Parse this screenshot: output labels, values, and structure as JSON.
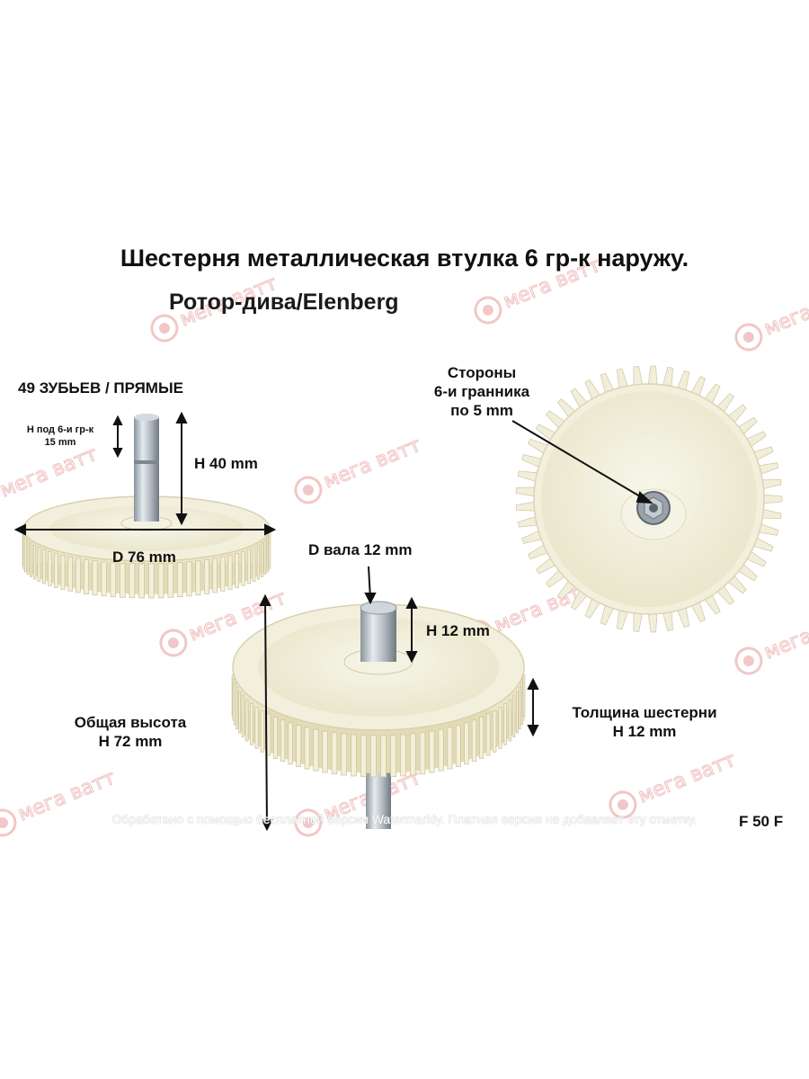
{
  "title": "Шестерня  металлическая втулка  6 гр-к наружу.",
  "subtitle": "Ротор-дива/Elenberg",
  "labels": {
    "teeth": "49 ЗУБЬЕВ   / ПРЯМЫЕ",
    "hex_height_line1": "Н под 6-и гр-к",
    "hex_height_line2": "15 mm",
    "height_40": "H   40 mm",
    "diameter": "D 76 mm",
    "sides_line1": "Стороны",
    "sides_line2": "6-и гранника",
    "sides_line3": "по 5 mm",
    "shaft_diameter": "D вала 12 mm",
    "h12": "H 12 mm",
    "total_height_line1": "Общая высота",
    "total_height_line2": "H 72 mm",
    "thickness_line1": "Толщина шестерни",
    "thickness_line2": "H 12 mm"
  },
  "watermark_text": "Обработано с помощью бесплатной версии Watermarkly. Платная версия не добавляет эту отметку.",
  "watermark_logo_text": "мега ватт",
  "product_code": "F 50 F",
  "colors": {
    "gear": "#f1efd9",
    "gear_shadow": "#d8d2b2",
    "metal": "#b9c3cc",
    "watermark": "#e8a0a0"
  }
}
